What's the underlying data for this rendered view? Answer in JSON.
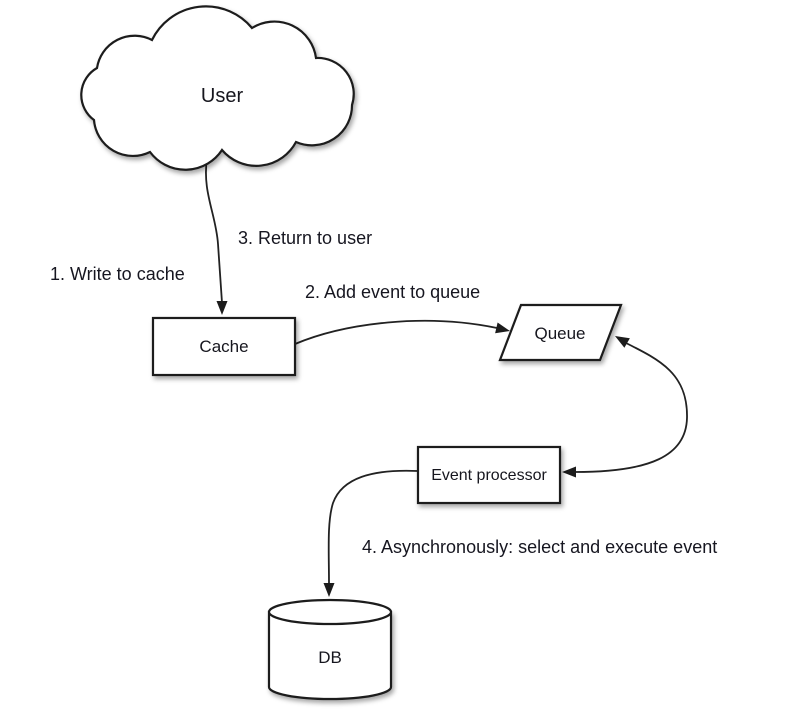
{
  "diagram": {
    "background": "#ffffff",
    "colors": {
      "stroke": "#1c1c1c",
      "fill": "#ffffff",
      "text": "#16161e",
      "shadow": "rgba(0,0,0,0.35)"
    },
    "nodes": {
      "user": {
        "label": "User",
        "shape": "cloud"
      },
      "cache": {
        "label": "Cache",
        "shape": "rectangle"
      },
      "queue": {
        "label": "Queue",
        "shape": "parallelogram"
      },
      "event_processor": {
        "label": "Event processor",
        "shape": "rectangle"
      },
      "db": {
        "label": "DB",
        "shape": "cylinder"
      }
    },
    "steps": {
      "step1": "1. Write to cache",
      "step2": "2. Add event to queue",
      "step3": "3. Return to user",
      "step4": "4. Asynchronously: select and execute event"
    },
    "edges": [
      {
        "from": "user",
        "to": "cache",
        "arrow": "to",
        "labels": [
          "1. Write to cache",
          "3. Return to user"
        ]
      },
      {
        "from": "cache",
        "to": "queue",
        "arrow": "to",
        "labels": [
          "2. Add event to queue"
        ]
      },
      {
        "from": "queue",
        "to": "event_processor",
        "arrow": "both",
        "labels": []
      },
      {
        "from": "event_processor",
        "to": "db",
        "arrow": "to",
        "labels": [
          "4. Asynchronously: select and execute event"
        ]
      }
    ]
  }
}
